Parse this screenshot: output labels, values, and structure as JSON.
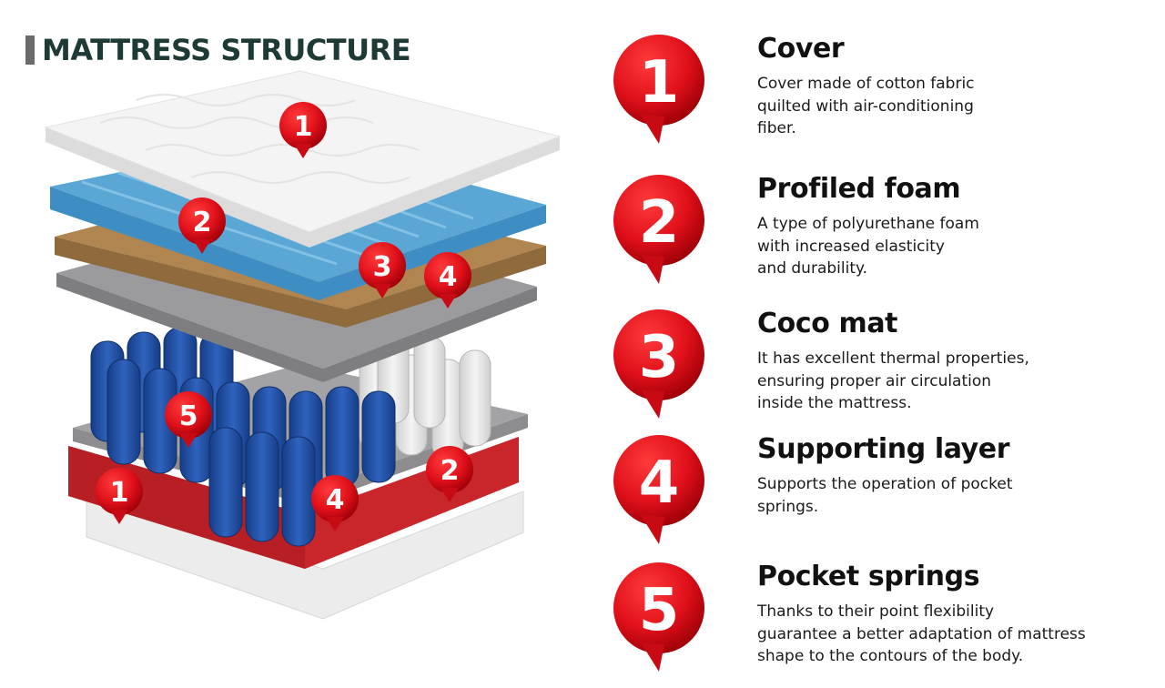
{
  "title": "MATTRESS STRUCTURE",
  "colors": {
    "title_text": "#1e3a36",
    "title_bar": "#6b6b6b",
    "pin_red": "#e0101a",
    "pin_dark": "#a00008",
    "cover": "#f4f4f4",
    "profiled_foam": "#5aa7d6",
    "coco_mat": "#b08550",
    "supporting_layer": "#8d8d90",
    "pocket_springs": "#1e4c9e",
    "bottom_foam": "#d32a30"
  },
  "illustration": {
    "markers": [
      "1",
      "2",
      "3",
      "4",
      "5",
      "1",
      "2",
      "4"
    ]
  },
  "items": [
    {
      "number": "1",
      "heading": "Cover",
      "lines": [
        "Cover made of cotton fabric",
        "quilted with air-conditioning",
        "fiber."
      ]
    },
    {
      "number": "2",
      "heading": "Profiled foam",
      "lines": [
        "A type of polyurethane foam",
        "with increased elasticity",
        "and durability."
      ]
    },
    {
      "number": "3",
      "heading": "Coco mat",
      "lines": [
        "It has excellent thermal properties,",
        "ensuring proper air circulation",
        "inside the mattress."
      ]
    },
    {
      "number": "4",
      "heading": "Supporting layer",
      "lines": [
        "Supports the operation of pocket",
        "springs."
      ]
    },
    {
      "number": "5",
      "heading": "Pocket springs",
      "lines": [
        "Thanks to their point flexibility",
        "guarantee a better adaptation of mattress",
        "shape to the contours of the body."
      ]
    }
  ]
}
